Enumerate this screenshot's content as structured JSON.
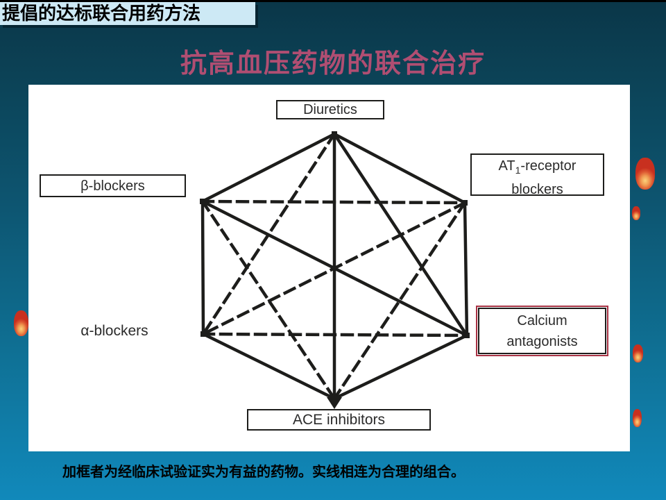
{
  "header": {
    "label": "提倡的达标联合用药方法"
  },
  "title": {
    "text": "抗高血压药物的联合治疗"
  },
  "diagram": {
    "labels": {
      "diuretics": "Diuretics",
      "at1_pre": "AT",
      "at1_sub": "1",
      "at1_post": "-receptor",
      "at1_line2": "blockers",
      "beta": "β-blockers",
      "alpha": "α-blockers",
      "calcium_line1": "Calcium",
      "calcium_line2": "antagonists",
      "ace": "ACE inhibitors"
    },
    "edges": {
      "solid": [
        [
          "diuretics",
          "beta"
        ],
        [
          "diuretics",
          "at1"
        ],
        [
          "beta",
          "alpha"
        ],
        [
          "at1",
          "calcium"
        ],
        [
          "alpha",
          "ace"
        ],
        [
          "calcium",
          "ace"
        ],
        [
          "diuretics",
          "ace"
        ],
        [
          "diuretics",
          "calcium"
        ],
        [
          "beta",
          "calcium"
        ]
      ],
      "dashed": [
        [
          "beta",
          "at1"
        ],
        [
          "alpha",
          "calcium"
        ],
        [
          "beta",
          "ace"
        ],
        [
          "at1",
          "ace"
        ],
        [
          "at1",
          "alpha"
        ],
        [
          "diuretics",
          "alpha"
        ]
      ]
    }
  },
  "caption": {
    "text": "加框者为经临床试验证实为有益的药物。实线相连为合理的组合。"
  },
  "colors": {
    "title_accent": "#b04e72",
    "header_bg": "#cde9f5",
    "diagram_line": "#1d1d1b",
    "calcium_highlight_border": "#a83244",
    "flame_red": "#c8301f",
    "flame_glow": "#fbd27c",
    "background_top": "#0a3648",
    "background_bottom": "#1189bb"
  }
}
